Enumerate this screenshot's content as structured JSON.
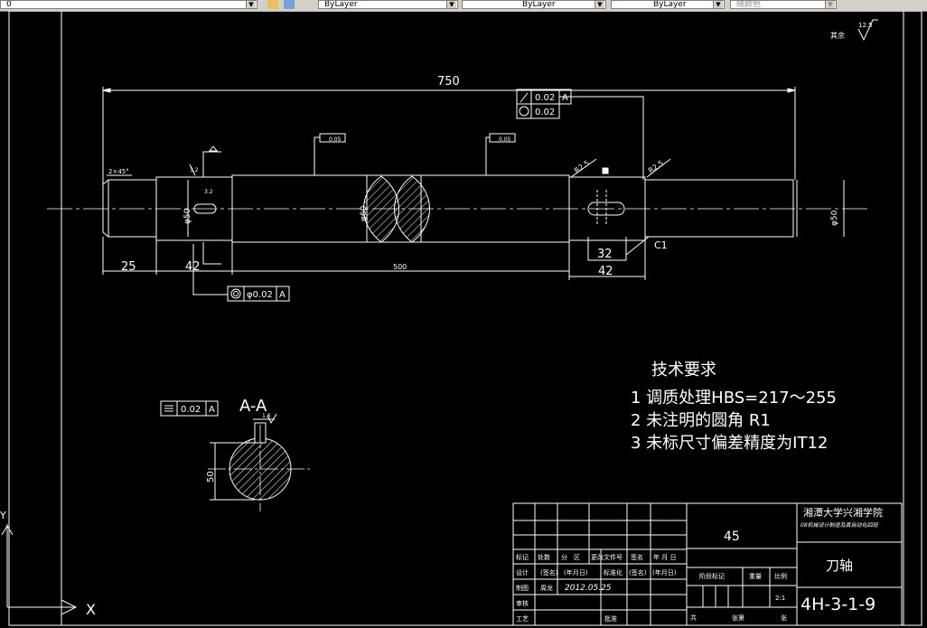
{
  "toolbar": {
    "combo_left_value": "0",
    "color_combo": "ByLayer",
    "linetype_combo": "ByLayer",
    "lineweight_combo": "ByLayer",
    "plotstyle_combo": "随颜色"
  },
  "ucs": {
    "x_label": "X",
    "y_label": "Y"
  },
  "drawing": {
    "roughness_note": "其余",
    "roughness_value": "12.5",
    "dim_overall": "750",
    "tol_runout_value": "0.02",
    "tol_runout_datum": "A",
    "tol_roundness_value": "0.02",
    "chamfer_label": "2×45°",
    "dim_25": "25",
    "dim_42_left": "42",
    "dim_500": "500",
    "dim_32": "32",
    "dim_42_right": "42",
    "c1_label": "C1",
    "dia_60": "φ60",
    "dia_50_left": "φ50",
    "dia_50_right": "φ50",
    "tol_coax_value": "φ0.02",
    "tol_coax_datum": "A",
    "rough_flag_1": "0.05",
    "rough_flag_2": "0.05",
    "r25_left": "R2.5",
    "r25_right": "R2.5",
    "roughness_small_1": "3.2",
    "roughness_small_2": "3.2",
    "section_title": "A-A",
    "tol_flat_value": "0.02",
    "tol_flat_datum": "A",
    "section_dim": "50",
    "roughness_section": "1.6"
  },
  "tech_requirements": {
    "title": "技术要求",
    "items": [
      "1 调质处理HBS=217～255",
      "2 未注明的圆角 R1",
      "3 未标尺寸偏差精度为IT12"
    ]
  },
  "title_block": {
    "material": "45",
    "school": "湘潭大学兴湘学院",
    "class_name": "08机械设计制造及其自动化四班",
    "part_name": "刀轴",
    "drawing_no": "4H-3-1-9",
    "scale_value": "2:1",
    "labels": {
      "mark": "标记",
      "count": "处数",
      "zone": "分　区",
      "change_doc": "更改文件号",
      "sign": "签名",
      "date": "年 月 日",
      "design": "设计",
      "sign_paren": "(签名)",
      "date_paren": "(年月日)",
      "standardize": "标准化",
      "drafting": "制图",
      "drafter": "周龙",
      "draft_date": "2012.05.25",
      "review": "审核",
      "process": "工艺",
      "approve": "批准",
      "stage_mark": "阶段标记",
      "weight": "重量",
      "scale": "比例",
      "total": "共",
      "sheets": "张第",
      "sheet": "张"
    }
  }
}
